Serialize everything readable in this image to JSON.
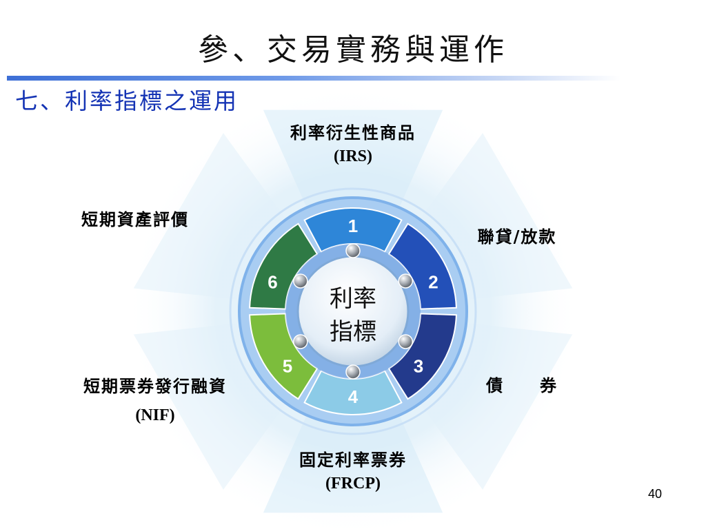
{
  "slide": {
    "title": "參、交易實務與運作",
    "subtitle": "七、利率指標之運用",
    "page_number": "40"
  },
  "center": {
    "line1": "利率",
    "line2": "指標"
  },
  "segments": [
    {
      "number": "1",
      "color": "#2e86d8"
    },
    {
      "number": "2",
      "color": "#2350b8"
    },
    {
      "number": "3",
      "color": "#233a8c"
    },
    {
      "number": "4",
      "color": "#8ccbe7"
    },
    {
      "number": "5",
      "color": "#7cbd3c"
    },
    {
      "number": "6",
      "color": "#2f7a45"
    }
  ],
  "labels": {
    "irs": {
      "line1": "利率衍生性商品",
      "line2": "(IRS)"
    },
    "loan": {
      "text": "聯貸/放款"
    },
    "bond": {
      "text": "債　　券"
    },
    "frcp": {
      "line1": "固定利率票券",
      "line2": "(FRCP)"
    },
    "nif": {
      "line1": "短期票券發行融資",
      "line2": "(NIF)"
    },
    "asset": {
      "text": "短期資產評價"
    }
  },
  "colors": {
    "title_bar": "#3d6fd6",
    "subtitle": "#1433b4",
    "ring": "#8dbdf0"
  }
}
